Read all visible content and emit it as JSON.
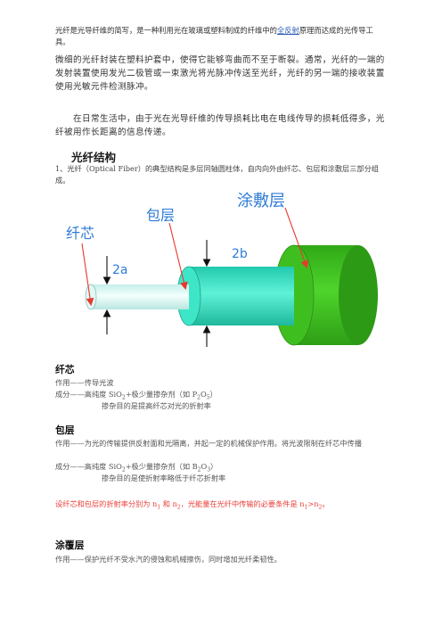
{
  "intro": {
    "line1_before": "光纤是光导纤维的简写，是一种利用光在玻璃或塑料制成的纤维中的",
    "link": "全反射",
    "line1_after": "原理而达成的光传导工具。",
    "para2": "微细的光纤封装在塑料护套中，使得它能够弯曲而不至于断裂。通常，光纤的一端的发射装置使用发光二极管或一束激光将光脉冲传送至光纤，光纤的另一端的接收装置使用光敏元件检测脉冲。",
    "para3": "在日常生活中，由于光在光导纤维的传导损耗比电在电线传导的损耗低得多，光纤被用作长距离的信息传递。"
  },
  "heading": "光纤结构",
  "structure_desc": "1、光纤（Optical Fiber）的典型结构是多层同轴圆柱体，自内向外由纤芯、包层和涂敷层三部分组成。",
  "figure": {
    "label_core": "纤芯",
    "label_cladding": "包层",
    "label_coating": "涂敷层",
    "label_2a": "2a",
    "label_2b": "2b",
    "colors": {
      "core": "#d8f7f4",
      "cladding": "#34e8c9",
      "coating": "#3bc21e",
      "label": "#2e7bd6",
      "arrow": "#e63a2e"
    }
  },
  "core": {
    "title": "纤芯",
    "func": "作用——传导光波",
    "comp_a": "成分——高纯度 SiO",
    "comp_sub1": "2",
    "comp_b": "+极少量掺杂剂（如 P",
    "comp_sub2": "2",
    "comp_c": "O",
    "comp_sub3": "5",
    "comp_d": "）",
    "purpose": "掺杂目的是提高纤芯对光的折射率"
  },
  "cladding": {
    "title": "包层",
    "func": "作用——为光的传输提供反射面和光隔离，并起一定的机械保护作用。将光波限制在纤芯中传播",
    "comp_a": "成分——高纯度 SiO",
    "comp_sub1": "2",
    "comp_b": "+极少量掺杂剂（如 B",
    "comp_sub2": "2",
    "comp_c": "O",
    "comp_sub3": "3",
    "comp_d": "）",
    "purpose": "掺杂目的是使折射率略低于纤芯折射率"
  },
  "condition": {
    "a": "设纤芯和包层的折射率分别为 n",
    "s1": "1",
    "b": " 和 n",
    "s2": "2",
    "c": "，光能量在光纤中传输的必要条件是 n",
    "s3": "1",
    "d": ">n",
    "s4": "2",
    "e": "。"
  },
  "coating": {
    "title": "涂覆层",
    "func": "作用——保护光纤不受水汽的侵蚀和机械擦伤，同时增加光纤柔韧性。"
  }
}
